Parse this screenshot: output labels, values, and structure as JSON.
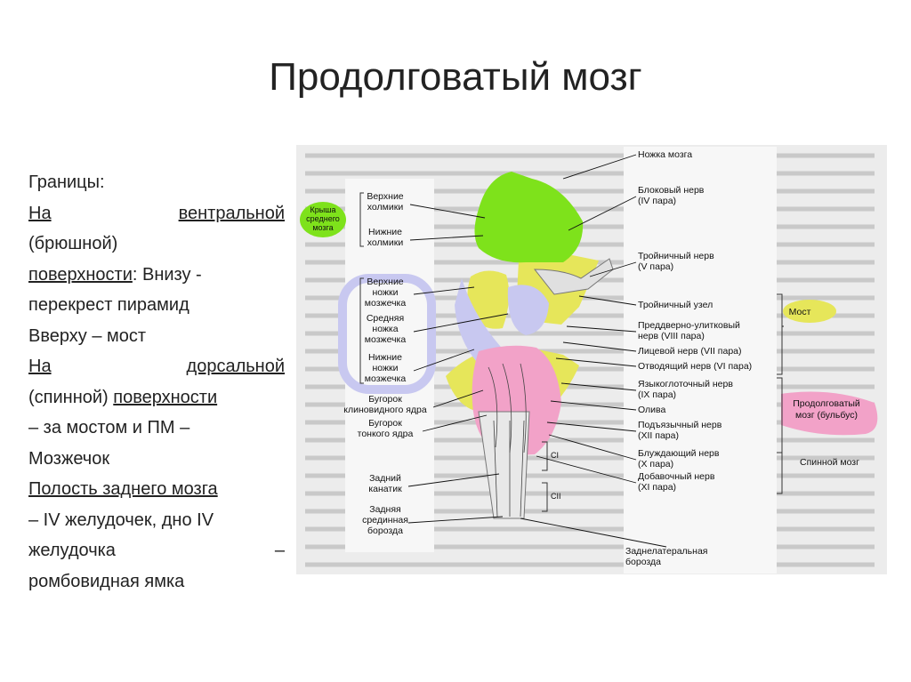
{
  "slide": {
    "title": "Продолговатый мозг",
    "text_lines": {
      "l1": "Границы:",
      "l2a": "На",
      "l2b": "вентральной",
      "l3": "(брюшной)",
      "l4a": "поверхности",
      "l4b": ": Внизу -",
      "l5": "перекрест пирамид",
      "l6": "Вверху – мост",
      "l7a": "На",
      "l7b": "дорсальной",
      "l8a": "(спинной) ",
      "l8b": "поверхности",
      "l9": "– за мостом и ПМ –",
      "l10": "Мозжечок",
      "l11": "Полость заднего мозга",
      "l12": "– IV желудочек, дно IV",
      "l13a": "желудочка",
      "l13b": "–",
      "l14": "ромбовидная ямка"
    }
  },
  "figure": {
    "colors": {
      "green": "#7ee21b",
      "yellow": "#e6e65a",
      "lavender": "#c8c8f0",
      "pink": "#f2a2c8",
      "background": "#ececec"
    },
    "callouts": {
      "roof_line1": "Крыша",
      "roof_line2": "среднего",
      "roof_line3": "мозга",
      "pons": "Мост",
      "medulla_line1": "Продолговатый",
      "medulla_line2": "мозг (бульбус)"
    },
    "left_labels": {
      "sup_colliculi_1": "Верхние",
      "sup_colliculi_2": "холмики",
      "inf_colliculi_1": "Нижние",
      "inf_colliculi_2": "холмики",
      "sup_peduncle_1": "Верхние",
      "sup_peduncle_2": "ножки",
      "sup_peduncle_3": "мозжечка",
      "mid_peduncle_1": "Средняя",
      "mid_peduncle_2": "ножка",
      "mid_peduncle_3": "мозжечка",
      "inf_peduncle_1": "Нижние",
      "inf_peduncle_2": "ножки",
      "inf_peduncle_3": "мозжечка",
      "cuneate_1": "Бугорок",
      "cuneate_2": "клиновидного ядра",
      "gracile_1": "Бугорок",
      "gracile_2": "тонкого ядра",
      "post_funiculus_1": "Задний",
      "post_funiculus_2": "канатик",
      "post_median_1": "Задняя",
      "post_median_2": "срединная",
      "post_median_3": "борозда"
    },
    "right_labels": {
      "cerebral_peduncle": "Ножка мозга",
      "trochlear_1": "Блоковый нерв",
      "trochlear_2": "(IV пара)",
      "trigeminal_1": "Тройничный нерв",
      "trigeminal_2": "(V пара)",
      "trigeminal_ganglion": "Тройничный узел",
      "vestibulocochlear_1": "Преддверно-улитковый",
      "vestibulocochlear_2": "нерв (VIII пара)",
      "facial": "Лицевой нерв (VII пара)",
      "abducens": "Отводящий нерв (VI пара)",
      "glossopharyngeal_1": "Языкоглоточный нерв",
      "glossopharyngeal_2": "(IX пара)",
      "olive": "Олива",
      "hypoglossal_1": "Подъязычный нерв",
      "hypoglossal_2": "(XII пара)",
      "vagus_1": "Блуждающий нерв",
      "vagus_2": "(X пара)",
      "accessory_1": "Добавочный нерв",
      "accessory_2": "(XI пара)",
      "spinal_cord": "Спинной мозг",
      "post_lateral_1": "Заднелатеральная",
      "post_lateral_2": "борозда",
      "c1": "CI",
      "c2": "CII"
    }
  }
}
